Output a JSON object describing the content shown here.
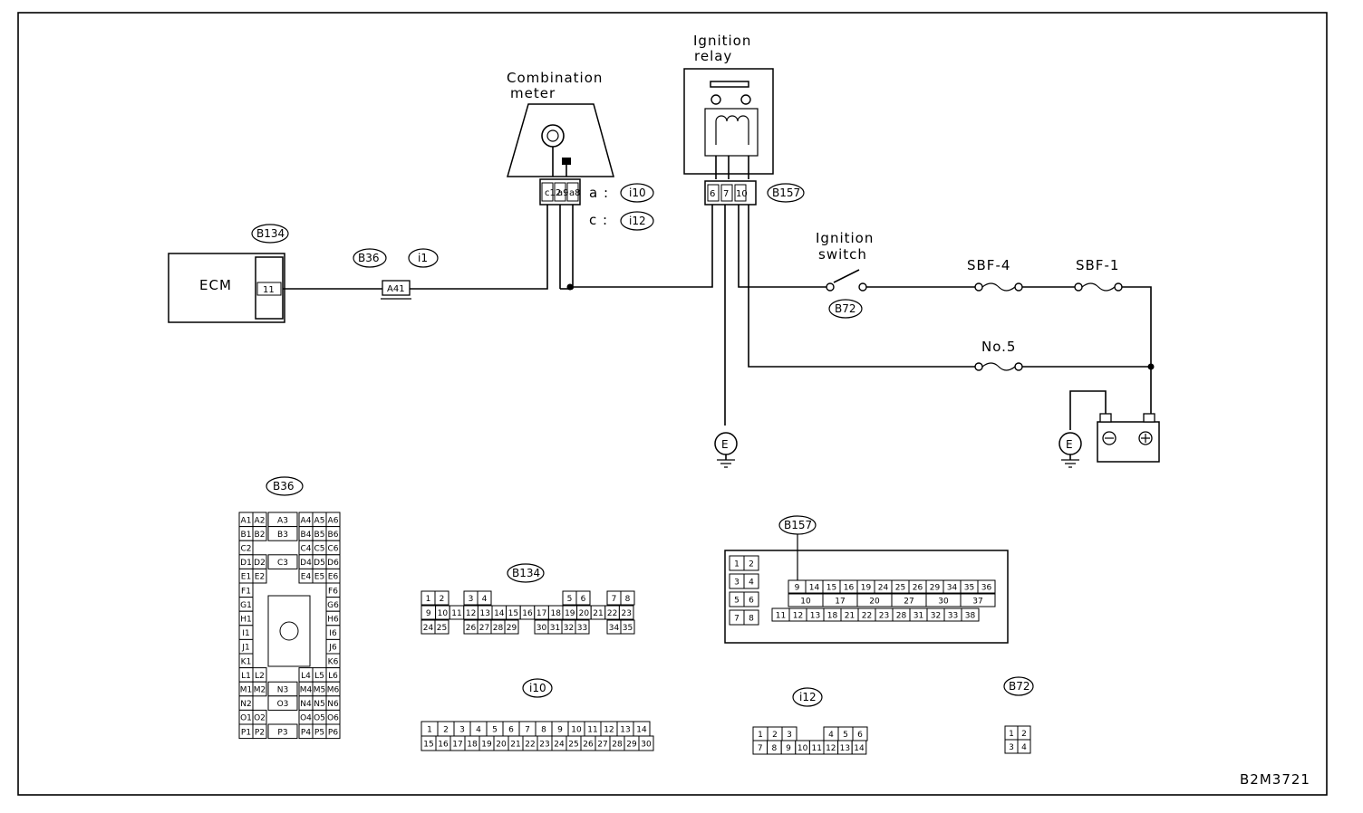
{
  "labels": {
    "combination_meter": [
      "Combination",
      "meter"
    ],
    "ignition_relay": [
      "Ignition",
      "relay"
    ],
    "ignition_switch": [
      "Ignition",
      "switch"
    ],
    "ecm": "ECM",
    "sbf4": "SBF-4",
    "sbf1": "SBF-1",
    "no5": "No.5",
    "ground": "E",
    "figure_code": "B2M3721",
    "meter_conn_a": "a :",
    "meter_conn_c": "c :"
  },
  "tags": {
    "b134": "B134",
    "b36": "B36",
    "i1": "i1",
    "i10": "i10",
    "i12": "i12",
    "b157": "B157",
    "b72": "B72",
    "a41": "A41",
    "ecm_pin": "11"
  },
  "connectors": {
    "b36": {
      "rows": [
        [
          "A1",
          "A2",
          "A3",
          "A4",
          "A5",
          "A6"
        ],
        [
          "B1",
          "B2",
          "B3",
          "B4",
          "B5",
          "B6"
        ],
        [
          "C2",
          "C4",
          "C5",
          "C6"
        ],
        [
          "D1",
          "D2",
          "C3",
          "D4",
          "D5",
          "D6"
        ],
        [
          "E1",
          "E2",
          "E4",
          "E5",
          "E6"
        ],
        [
          "F1",
          "F6"
        ],
        [
          "G1",
          "G6"
        ],
        [
          "H1",
          "H6"
        ],
        [
          "I1",
          "I6"
        ],
        [
          "J1",
          "J6"
        ],
        [
          "K1",
          "K6"
        ],
        [
          "L1",
          "L2",
          "L4",
          "L5",
          "L6"
        ],
        [
          "M1",
          "M2",
          "N3",
          "M4",
          "M5",
          "M6"
        ],
        [
          "N2",
          "O3",
          "N4",
          "N5",
          "N6"
        ],
        [
          "O1",
          "O2",
          "O4",
          "O5",
          "O6"
        ],
        [
          "P1",
          "P2",
          "P3",
          "P4",
          "P5",
          "P6"
        ]
      ]
    },
    "b134": {
      "row1": [
        "1",
        "2",
        "3",
        "4",
        "5",
        "6",
        "7",
        "8"
      ],
      "row2": [
        "9",
        "10",
        "11",
        "12",
        "13",
        "14",
        "15",
        "16",
        "17",
        "18",
        "19",
        "20",
        "21",
        "22",
        "23"
      ],
      "row3": [
        "24",
        "25",
        "26",
        "27",
        "28",
        "29",
        "30",
        "31",
        "32",
        "33",
        "34",
        "35"
      ]
    },
    "b157": {
      "left": [
        "1",
        "2",
        "3",
        "4",
        "5",
        "6",
        "7",
        "8"
      ],
      "row1": [
        "9",
        "14",
        "15",
        "16",
        "19",
        "24",
        "25",
        "26",
        "29",
        "34",
        "35",
        "36"
      ],
      "row2": [
        "10",
        "17",
        "20",
        "27",
        "30",
        "37"
      ],
      "row3": [
        "11",
        "12",
        "13",
        "18",
        "21",
        "22",
        "23",
        "28",
        "31",
        "32",
        "33",
        "38"
      ]
    },
    "i10": {
      "row1": [
        "1",
        "2",
        "3",
        "4",
        "5",
        "6",
        "7",
        "8",
        "9",
        "10",
        "11",
        "12",
        "13",
        "14"
      ],
      "row2": [
        "15",
        "16",
        "17",
        "18",
        "19",
        "20",
        "21",
        "22",
        "23",
        "24",
        "25",
        "26",
        "27",
        "28",
        "29",
        "30"
      ]
    },
    "i12": {
      "row1": [
        "1",
        "2",
        "3",
        "4",
        "5",
        "6"
      ],
      "row2": [
        "7",
        "8",
        "9",
        "10",
        "11",
        "12",
        "13",
        "14"
      ]
    },
    "b72": {
      "row1": [
        "1",
        "2"
      ],
      "row2": [
        "3",
        "4"
      ]
    }
  }
}
